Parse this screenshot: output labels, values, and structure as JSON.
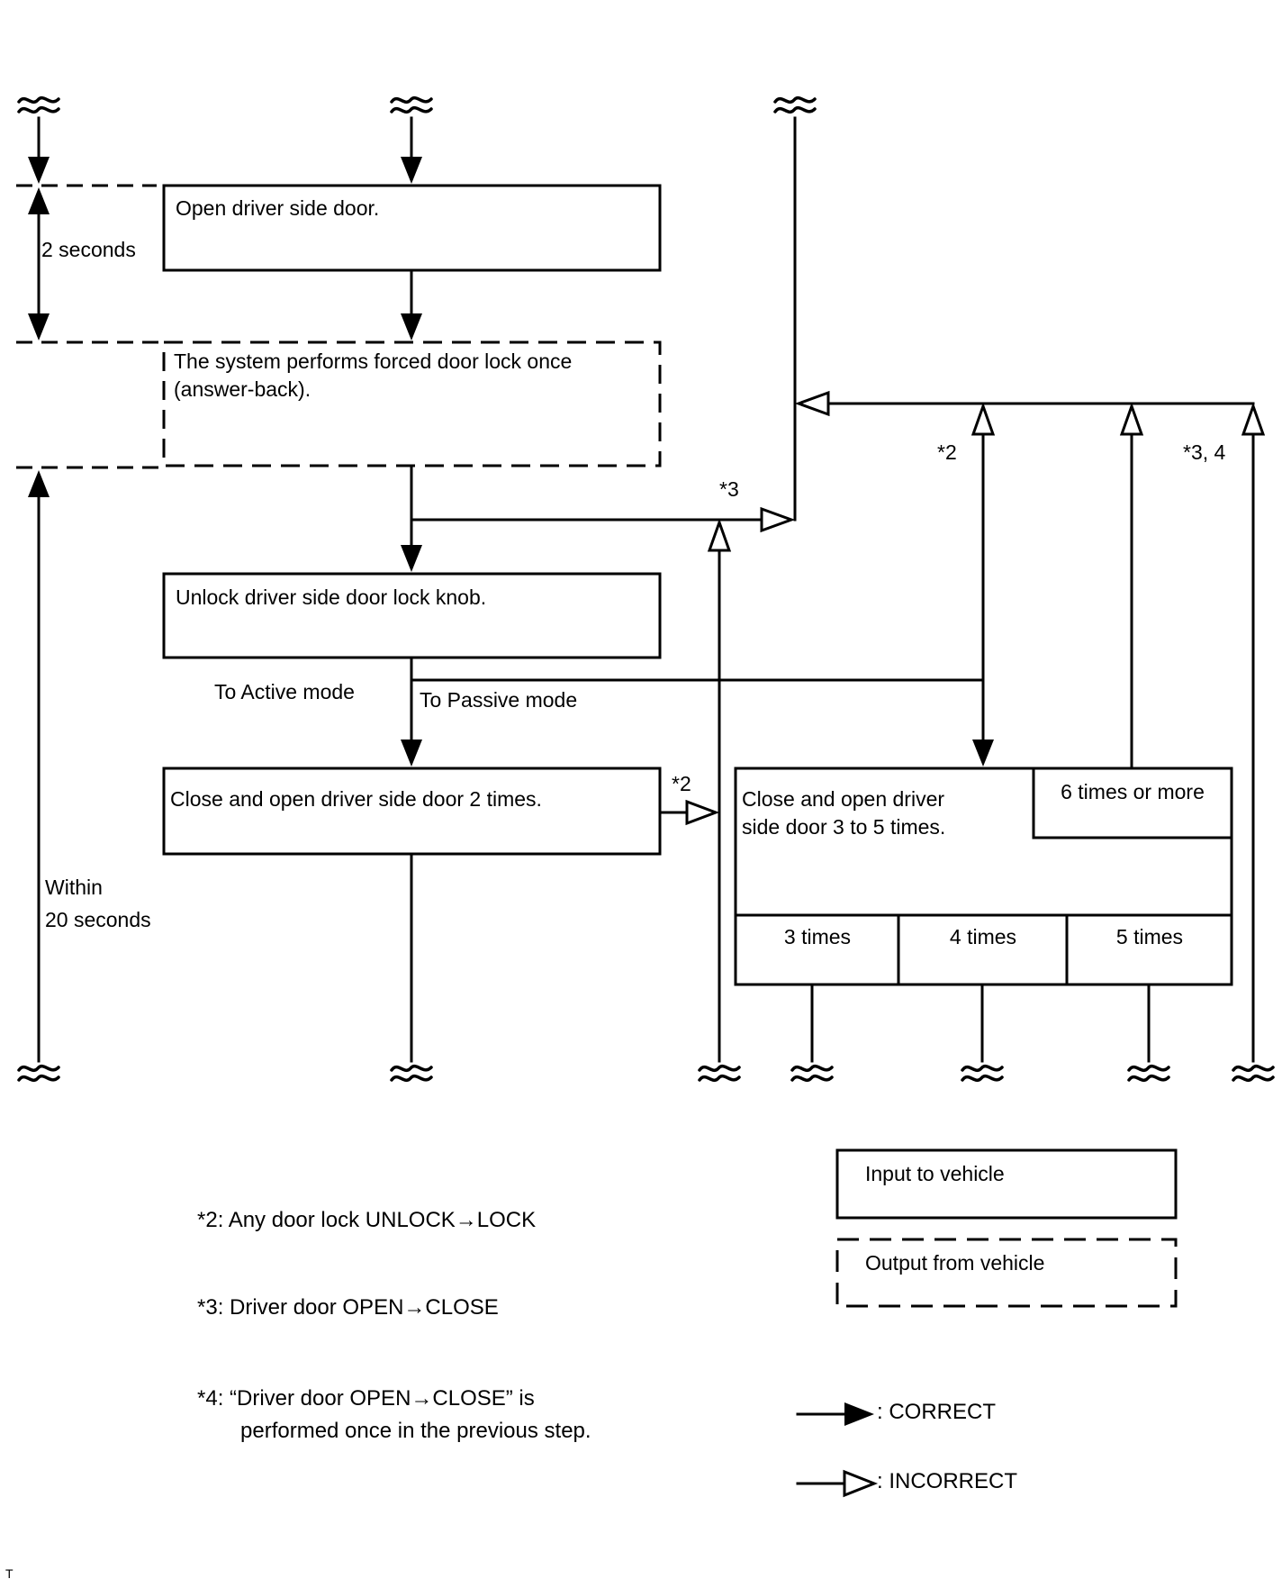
{
  "flow": {
    "open_door": "Open driver side door.",
    "forced_lock_l1": "The system performs forced door lock once",
    "forced_lock_l2": "(answer-back).",
    "unlock_knob": "Unlock driver side door lock knob.",
    "close_open_2": "Close and open driver side door 2 times.",
    "close_open_3to5_l1": "Close and open driver",
    "close_open_3to5_l2": "side door 3 to 5 times.",
    "six_or_more": "6 times or more",
    "times3": "3 times",
    "times4": "4 times",
    "times5": "5 times"
  },
  "timing": {
    "two_seconds": "2 seconds",
    "within_l1": "Within",
    "within_l2": "20 seconds"
  },
  "modes": {
    "active": "To Active mode",
    "passive": "To Passive mode"
  },
  "markers": {
    "star3_return": "*3",
    "star2_return": "*2",
    "star2_top": "*2",
    "star34_top": "*3, 4"
  },
  "footnotes": {
    "f2": "*2: Any door lock UNLOCK→LOCK",
    "f3": "*3: Driver door OPEN→CLOSE",
    "f4_l1": "*4: “Driver door OPEN→CLOSE” is",
    "f4_l2": "performed once in the previous step."
  },
  "legend": {
    "input": "Input to vehicle",
    "output": "Output from vehicle",
    "correct": ": CORRECT",
    "incorrect": ": INCORRECT"
  },
  "page": {
    "marker": "T"
  }
}
